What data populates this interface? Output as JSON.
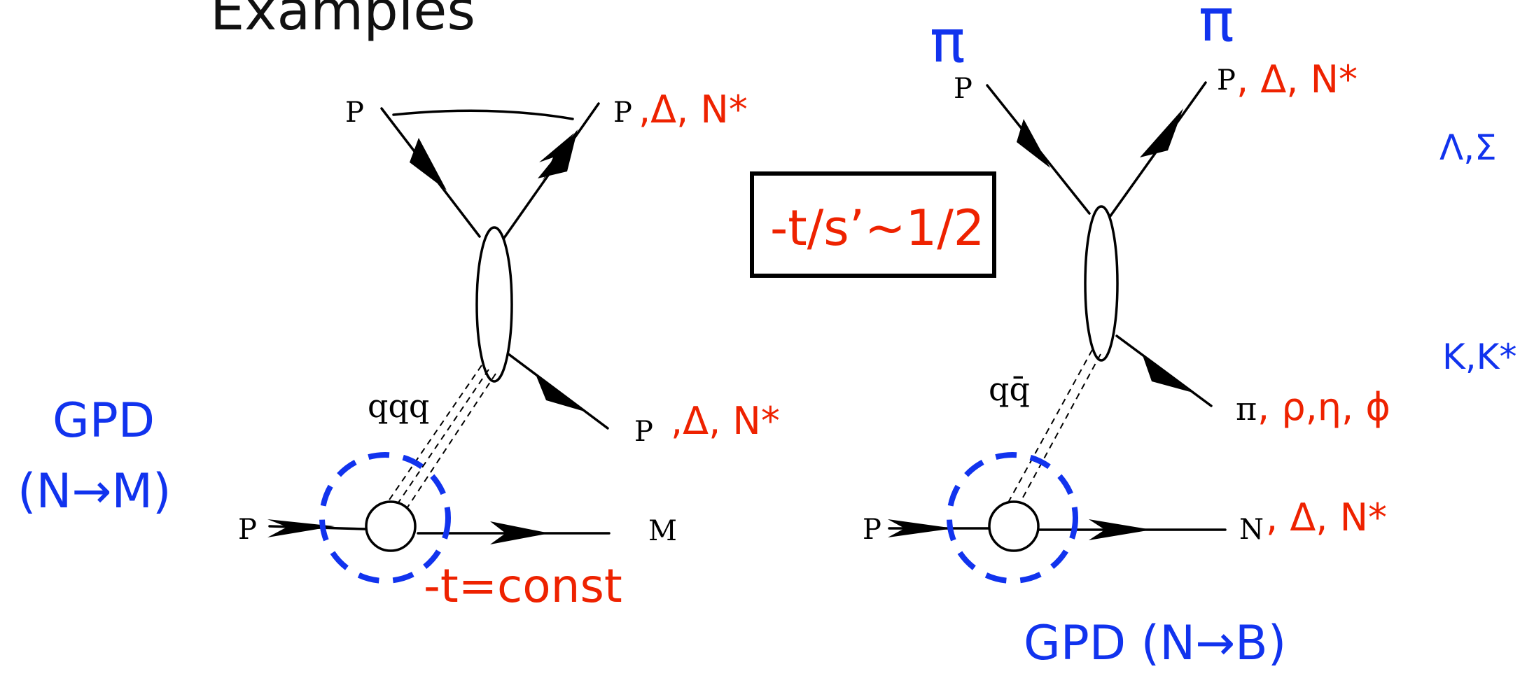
{
  "title": "Examples",
  "ratio_box": "-t/s’~1/2",
  "left_diagram": {
    "in_top": "P",
    "out_top": "P",
    "out_top_alt": ",Δ, N*",
    "out_mid": "P",
    "out_mid_alt": ",Δ, N*",
    "exchange": "qqq",
    "in_bottom": "P",
    "out_bottom": "M",
    "t_label": "-t=const",
    "gpd_label": "GPD",
    "gpd_transition": "(N→M)"
  },
  "right_diagram": {
    "beam_in": "π",
    "beam_out": "π",
    "in_top": "P",
    "out_top": "P",
    "out_top_alt": ", Δ, N*",
    "out_mid": "π",
    "out_mid_alt": ", ρ,η, ϕ",
    "exchange": "qq̄",
    "in_bottom": "P",
    "out_bottom": "N",
    "out_bottom_alt": ", Δ, N*",
    "gpd_label": "GPD (N→B)"
  },
  "side_labels": {
    "hyperons": "Λ,Σ",
    "kaons": "K,K*"
  }
}
